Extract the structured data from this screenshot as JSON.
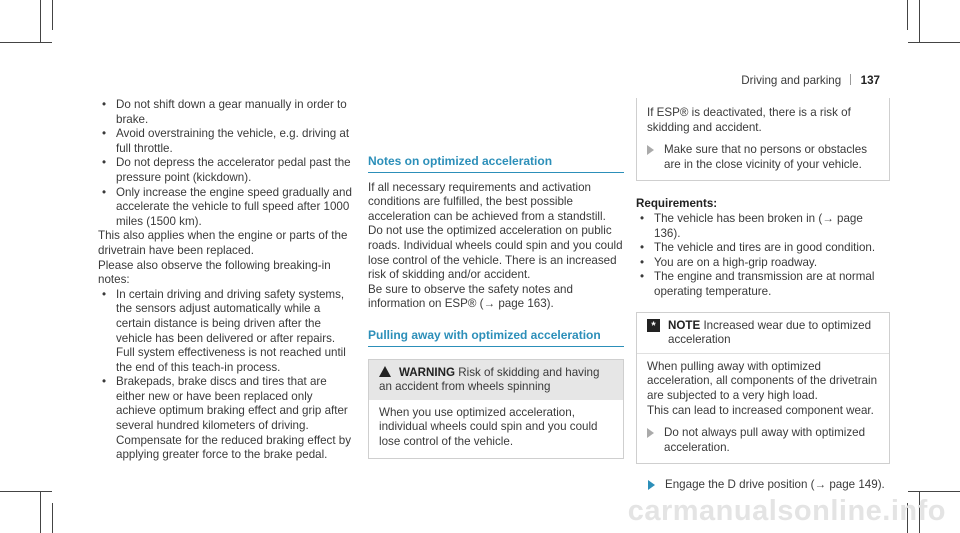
{
  "header": {
    "section": "Driving and parking",
    "page_number": "137"
  },
  "col1": {
    "bullets1": [
      "Do not shift down a gear manually in order to brake.",
      "Avoid overstraining the vehicle, e.g. driving at full throttle.",
      "Do not depress the accelerator pedal past the pressure point (kickdown).",
      "Only increase the engine speed gradually and accelerate the vehicle to full speed after 1000 miles (1500 km)."
    ],
    "para1": "This also applies when the engine or parts of the drivetrain have been replaced.",
    "para2": "Please also observe the following breaking-in notes:",
    "bullets2": [
      "In certain driving and driving safety systems, the sensors adjust automatically while a certain distance is being driven after the vehicle has been delivered or after repairs. Full system effectiveness is not reached until the end of this teach-in process.",
      "Brakepads, brake discs and tires that are either new or have been replaced only achieve optimum braking effect and grip after several hundred kilometers of driving. Compensate for the reduced braking effect by applying greater force to the brake pedal."
    ]
  },
  "col2": {
    "heading1": "Notes on optimized acceleration",
    "para1": "If all necessary requirements and activation conditions are fulfilled, the best possible acceleration can be achieved from a standstill.",
    "para2": "Do not use the optimized acceleration on public roads. Individual wheels could spin and you could lose control of the vehicle. There is an increased risk of skidding and/or accident.",
    "para3": "Be sure to observe the safety notes and information on ESP® (→ page 163).",
    "heading2": "Pulling away with optimized acceleration",
    "warning": {
      "label": "WARNING",
      "title": "Risk of skidding and having an accident from wheels spinning",
      "body": "When you use optimized acceleration, individual wheels could spin and you could lose control of the vehicle."
    }
  },
  "col3": {
    "warn_text": "If ESP® is deactivated, there is a risk of skidding and accident.",
    "warn_step": "Make sure that no persons or obstacles are in the close vicinity of your vehicle.",
    "req_label": "Requirements:",
    "requirements": [
      "The vehicle has been broken in (→ page 136).",
      "The vehicle and tires are in good condition.",
      "You are on a high-grip roadway.",
      "The engine and transmission are at normal operating temperature."
    ],
    "note": {
      "label": "NOTE",
      "title": "Increased wear due to optimized acceleration",
      "para1": "When pulling away with optimized acceleration, all components of the drivetrain are subjected to a very high load.",
      "para2": "This can lead to increased component wear.",
      "step": "Do not always pull away with optimized acceleration."
    },
    "final_step": "Engage the D drive position (→ page 149)."
  },
  "watermark": "carmanualsonline.info"
}
